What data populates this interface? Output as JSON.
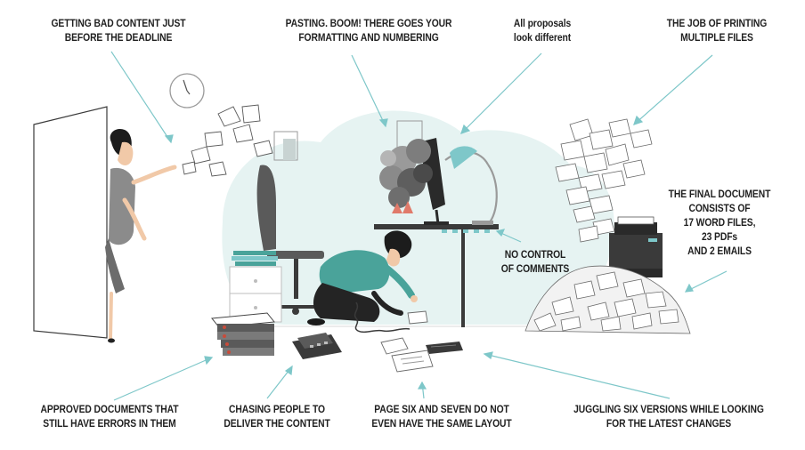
{
  "labels": {
    "bad_content": [
      "GETTING BAD CONTENT JUST",
      "BEFORE THE DEADLINE"
    ],
    "pasting": [
      "PASTING. BOOM! THERE GOES YOUR",
      "FORMATTING AND NUMBERING"
    ],
    "proposals": [
      "All proposals",
      "look different"
    ],
    "printing": [
      "THE JOB OF PRINTING",
      "MULTIPLE FILES"
    ],
    "final_doc": [
      "THE FINAL DOCUMENT",
      "CONSISTS OF",
      "17 WORD FILES,",
      "23 PDFs",
      "AND 2 EMAILS"
    ],
    "no_control": [
      "NO CONTROL",
      "OF COMMENTS"
    ],
    "approved": [
      "APPROVED DOCUMENTS THAT",
      "STILL HAVE ERRORS IN THEM"
    ],
    "chasing": [
      "CHASING PEOPLE TO",
      "DELIVER THE CONTENT"
    ],
    "page_six": [
      "PAGE SIX AND SEVEN DO NOT",
      "EVEN HAVE THE SAME LAYOUT"
    ],
    "juggling": [
      "JUGGLING SIX VERSIONS WHILE LOOKING",
      "FOR THE LATEST CHANGES"
    ]
  },
  "colors": {
    "accent": "#7ec7c9",
    "bubble": "#e6f3f2",
    "teal": "#4aa39a",
    "dark": "#2b2b2b",
    "gray": "#6d6d6d"
  }
}
